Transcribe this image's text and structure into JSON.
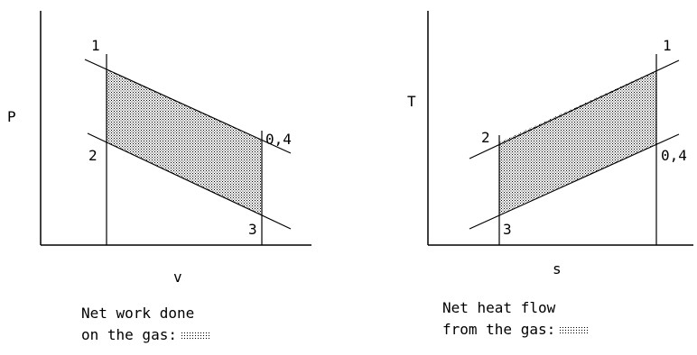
{
  "colors": {
    "ink": "#000000",
    "paper": "#ffffff"
  },
  "pv": {
    "y_axis": "P",
    "x_axis": "v",
    "points": {
      "p1": "1",
      "p2": "2",
      "p3": "3",
      "p04": "0,4"
    },
    "caption_line1": "Net work done",
    "caption_line2": "on the gas:"
  },
  "ts": {
    "y_axis": "T",
    "x_axis": "s",
    "points": {
      "p1": "1",
      "p2": "2",
      "p3": "3",
      "p04": "0,4"
    },
    "caption_line1": "Net heat flow",
    "caption_line2": "from the gas:"
  }
}
